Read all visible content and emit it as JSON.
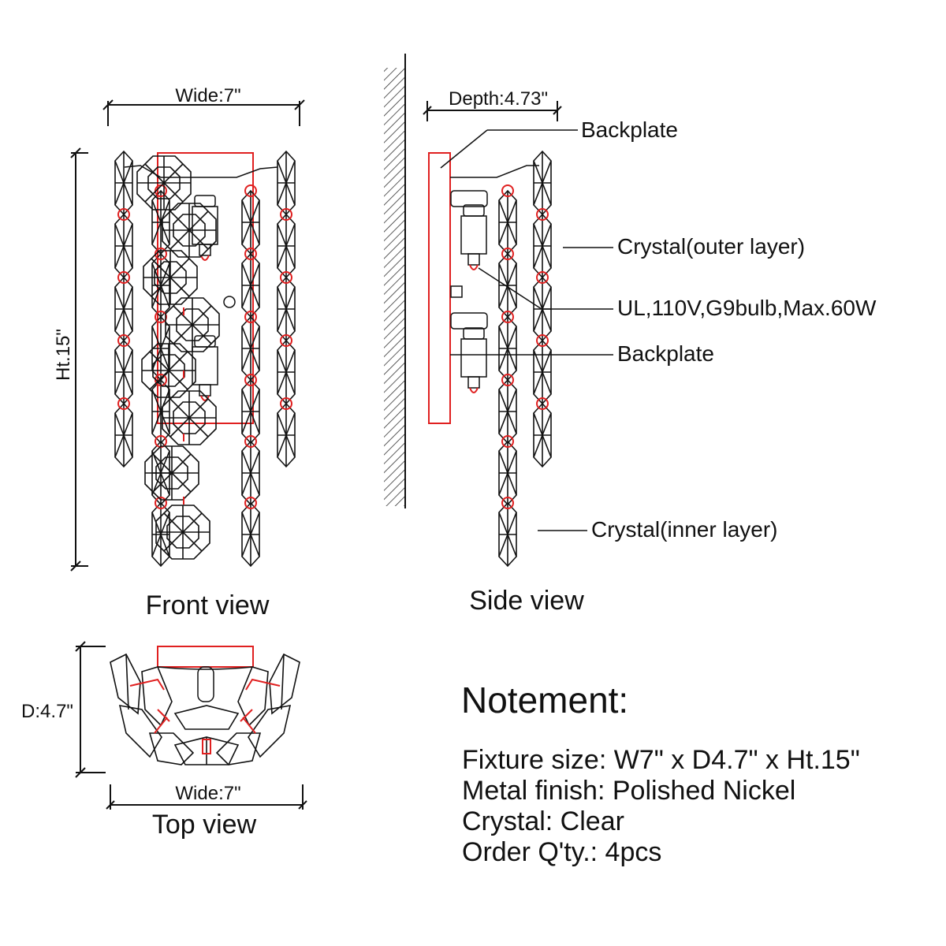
{
  "front_view": {
    "title": "Front view",
    "width_label": "Wide:7\"",
    "height_label": "Ht.15\""
  },
  "side_view": {
    "title": "Side view",
    "depth_label": "Depth:4.73\"",
    "callouts": {
      "backplate_top": "Backplate",
      "crystal_outer": "Crystal(outer layer)",
      "bulb": "UL,110V,G9bulb,Max.60W",
      "backplate_mid": "Backplate",
      "crystal_inner": "Crystal(inner layer)"
    }
  },
  "top_view": {
    "title": "Top view",
    "depth_label": "D:4.7\"",
    "width_label": "Wide:7\""
  },
  "notes": {
    "heading": "Notement:",
    "lines": [
      "Fixture size: W7\" x D4.7\" x Ht.15\"",
      "Metal finish: Polished Nickel",
      "Crystal: Clear",
      "Order Q'ty.: 4pcs"
    ]
  },
  "colors": {
    "line": "#111111",
    "accent": "#e02020",
    "background": "#ffffff"
  }
}
